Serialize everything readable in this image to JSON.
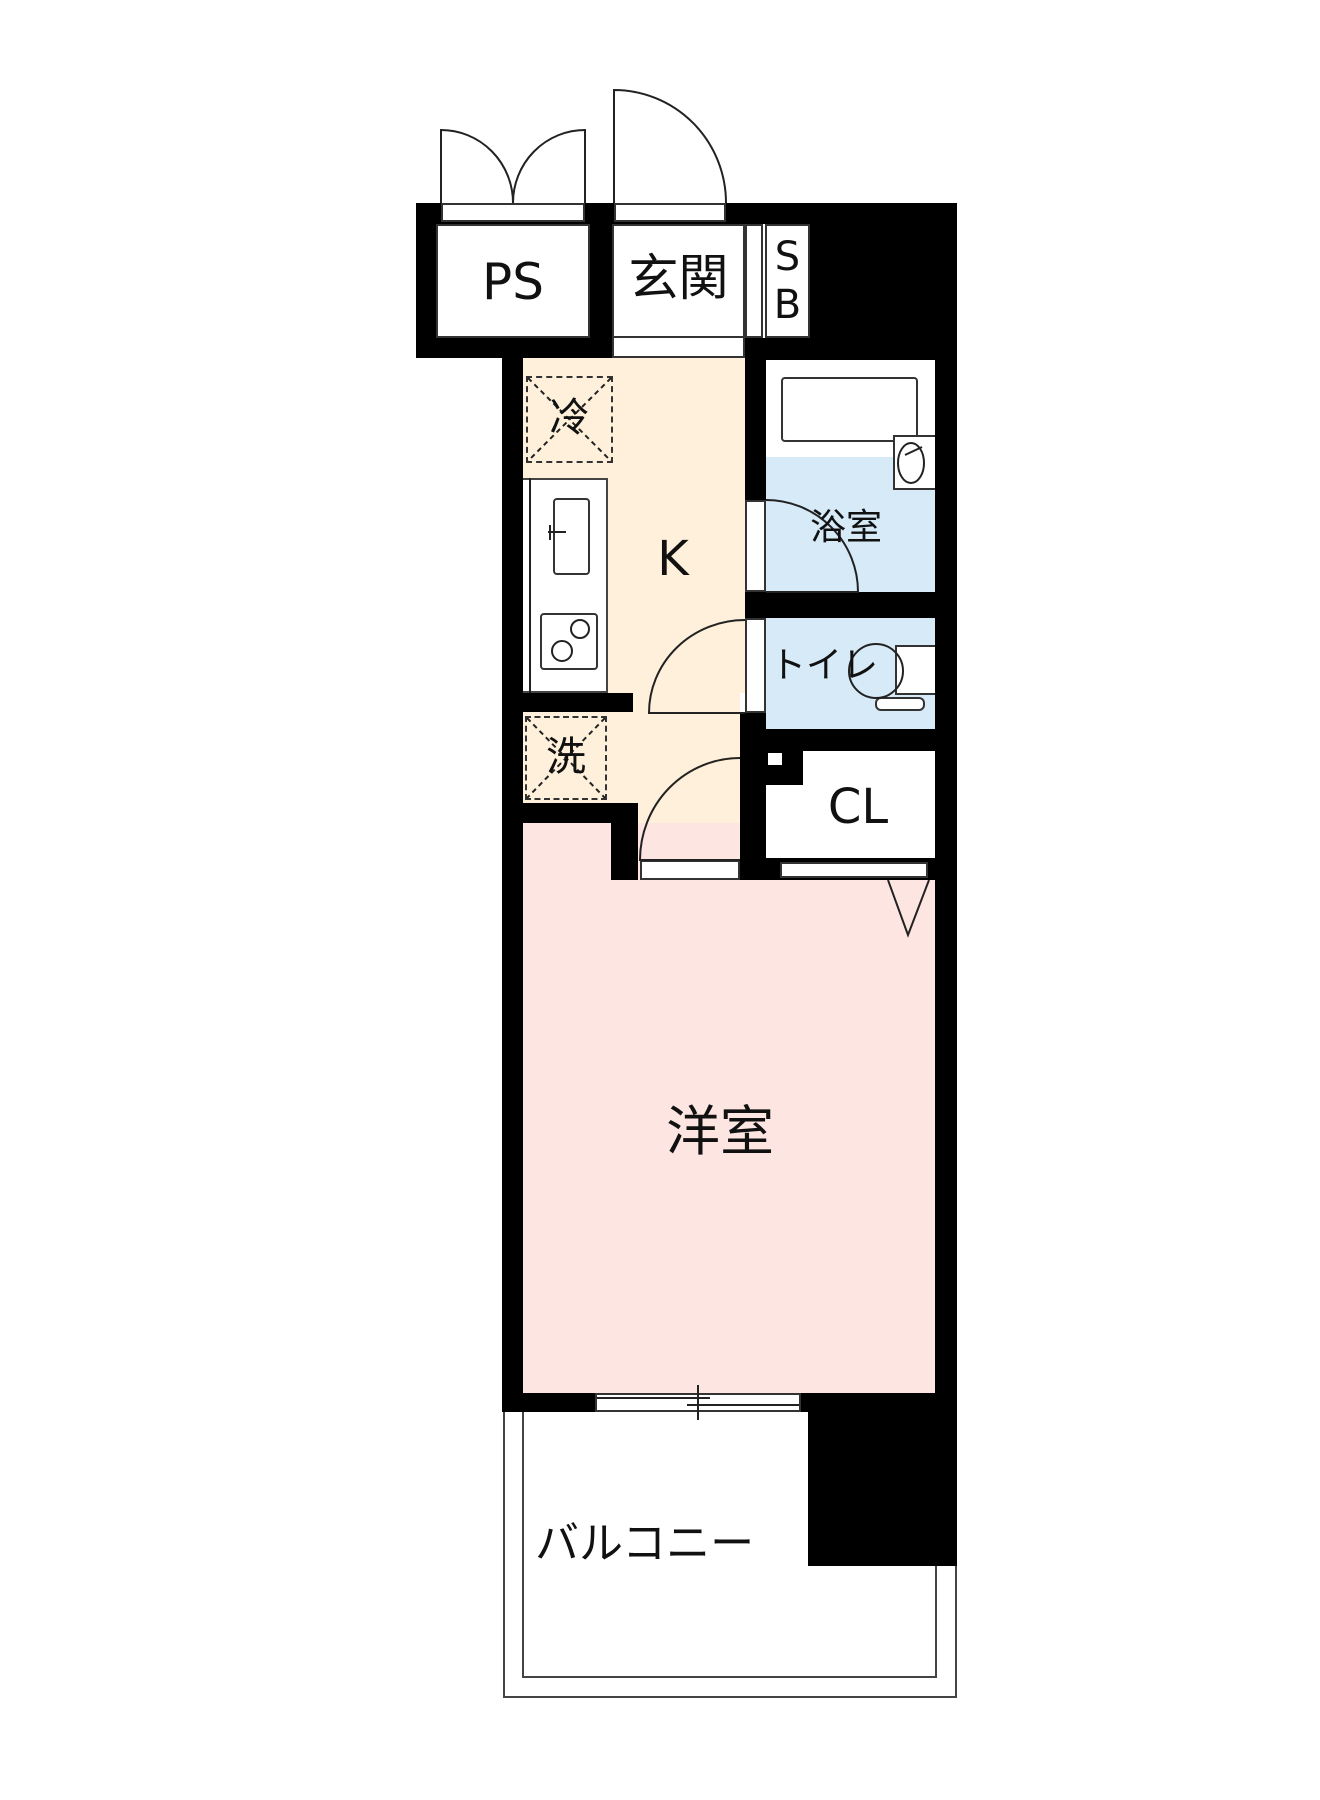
{
  "floorplan": {
    "colors": {
      "wall": "#000000",
      "kitchen": "#FEF0DA",
      "wet_area": "#D6EAF8",
      "western_room": "#FDE6E1",
      "plain": "#FFFFFF"
    },
    "rooms": {
      "ps": {
        "label": "PS"
      },
      "genkan": {
        "label": "玄関"
      },
      "sb": {
        "label": "S\nB",
        "label_top": "S",
        "label_bottom": "B"
      },
      "kitchen": {
        "label": "K"
      },
      "fridge": {
        "label": "冷"
      },
      "washer": {
        "label": "洗"
      },
      "bath": {
        "label": "浴室"
      },
      "toilet": {
        "label": "トイレ"
      },
      "closet": {
        "label": "CL"
      },
      "western_room": {
        "label": "洋室"
      },
      "balcony": {
        "label": "バルコニー"
      }
    },
    "icons": [
      "entrance-door-icon",
      "ps-double-door-icon",
      "kitchen-sink-icon",
      "stove-icon",
      "bathtub-icon",
      "washbasin-icon",
      "toilet-icon",
      "window-icon",
      "storage-marker-icon"
    ]
  }
}
